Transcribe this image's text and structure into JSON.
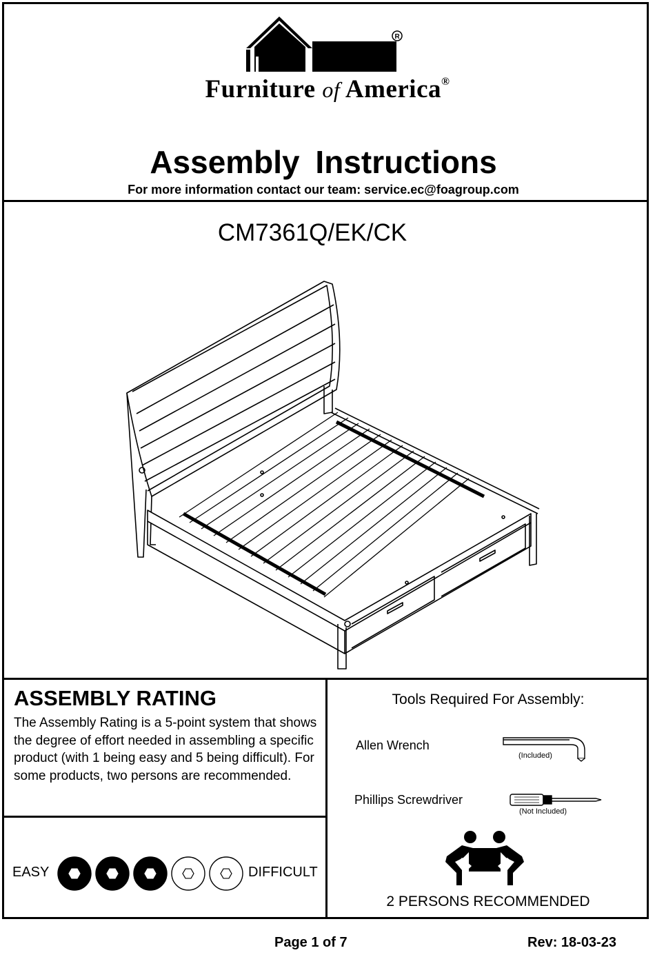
{
  "header": {
    "brand_main1": "Furniture",
    "brand_of": "of",
    "brand_main2": "America",
    "brand_reg": "®",
    "title": "Assembly  Instructions",
    "contact": "For more information contact our team: service.ec@foagroup.com"
  },
  "product": {
    "model": "CM7361Q/EK/CK"
  },
  "rating": {
    "title": "ASSEMBLY  RATING",
    "description": "The Assembly Rating is a 5-point system that shows the degree of effort needed in assembling a specific product (with 1 being easy and 5 being difficult).  For some products, two persons are recommended.",
    "easy_label": "EASY",
    "difficult_label": "DIFFICULT",
    "level": 3,
    "max": 5
  },
  "tools": {
    "title": "Tools Required For Assembly:",
    "items": [
      {
        "name": "Allen Wrench",
        "note": "(Included)",
        "icon": "allen-wrench-icon"
      },
      {
        "name": "Phillips Screwdriver",
        "note": "(Not Included)",
        "icon": "screwdriver-icon"
      }
    ],
    "persons_label": "2 PERSONS RECOMMENDED"
  },
  "footer": {
    "page": "Page 1 of  7",
    "rev": "Rev: 18-03-23"
  }
}
